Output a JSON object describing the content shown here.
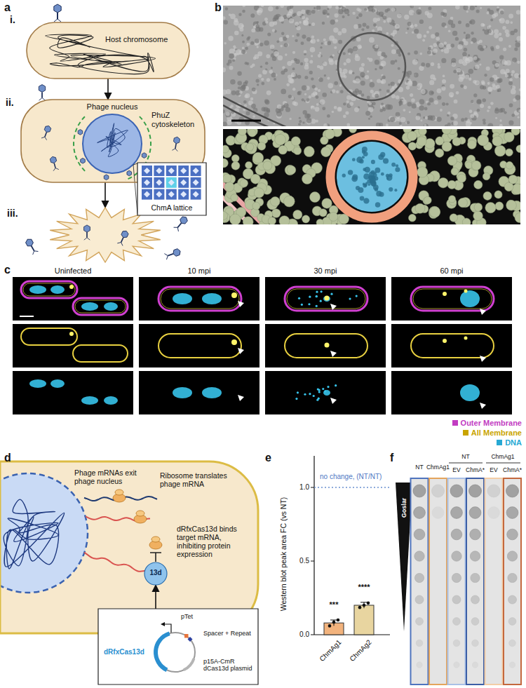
{
  "diagram": {
    "nodes": [
      {
        "text": [
          "i.",
          "Host chromosome"
        ]
      },
      {
        "text": [
          "ii.",
          "Phage nucleus",
          "PhuZ cytoskeleton"
        ]
      },
      {
        "text": [
          "iii."
        ]
      },
      {
        "text": [
          "ChmA lattice"
        ]
      },
      {
        "text": [
          "Phage mRNAs exit phage nucleus",
          "Ribosome translates phage mRNA",
          "dRfxCas13d binds target mRNA, inhibiting protein expression"
        ]
      },
      {
        "text": [
          "13d"
        ],
        "in": 4
      },
      {
        "text": [
          "pTet",
          "dRfxCas13d",
          "Spacer + Repeat",
          "p15A-CmR dCas13d plasmid"
        ]
      }
    ],
    "edges": [
      {
        "from": 0,
        "to": 1,
        "arrow": "to"
      },
      {
        "from": 1,
        "to": 2,
        "arrow": "to"
      },
      {
        "from": 6,
        "to": 5,
        "arrow": "to"
      }
    ],
    "labels": [
      "a",
      "b",
      "c",
      "Uninfected",
      "10 mpi",
      "30 mpi",
      "60 mpi",
      "d",
      "e",
      "0.0",
      "0.5",
      "1.0",
      "no change, (NT/NT)",
      "***",
      "****",
      "ChmAg1",
      "ChmAg2",
      "Western blot peak area FC (vs NT)",
      "f",
      "NT",
      "ChmAg1",
      "NT",
      "ChmAg1",
      "EV",
      "ChmA*",
      "EV",
      "ChmA*",
      "Goslar"
    ],
    "legend": [
      {
        "text": "Outer Membrane",
        "color": "#c23cc2"
      },
      {
        "text": "All Membrane",
        "color": "#c9a400"
      },
      {
        "text": "DNA",
        "color": "#27a9d4"
      }
    ]
  }
}
